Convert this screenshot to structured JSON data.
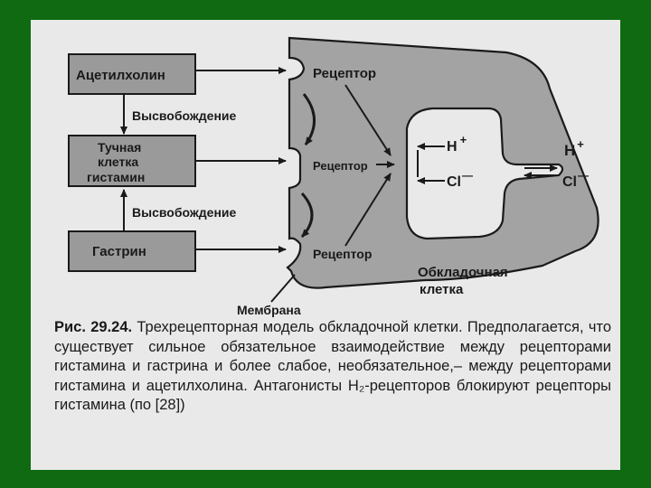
{
  "colors": {
    "background": "#0f6a12",
    "paper": "#e9e9e9",
    "box_fill": "#9a9a9a",
    "cell_fill": "#a3a3a3",
    "ink": "#1a1a1a"
  },
  "boxes": {
    "acetylcholine": "Ацетилхолин",
    "mast_cell": [
      "Тучная",
      "клетка",
      "гистамин"
    ],
    "gastrin": "Гастрин"
  },
  "labels": {
    "release_1": "Высвобождение",
    "release_2": "Высвобождение",
    "receptor_top": "Рецептор",
    "receptor_mid": "Рецептор",
    "receptor_bottom": "Рецептор",
    "membrane": "Мембрана",
    "parietal_cell": [
      "Обкладочная",
      "клетка"
    ]
  },
  "ions": {
    "h_inner": "H",
    "h_inner_charge": "+",
    "cl_inner": "Cl",
    "cl_inner_charge": "—",
    "h_outer": "H",
    "h_outer_charge": "+",
    "cl_outer": "Cl",
    "cl_outer_charge": "—"
  },
  "caption": {
    "figure_label": "Рис. 29.24.",
    "text": " Трехрецепторная модель обкладочной клетки. Предполагается, что существует сильное обязательное взаимодействие между рецепторами гистамина и гастрина и более слабое, необязательное,– между рецепторами гистамина и ацетилхолина. Антагонисты H₂-рецепторов блокируют рецепторы гистамина (по [28])"
  }
}
